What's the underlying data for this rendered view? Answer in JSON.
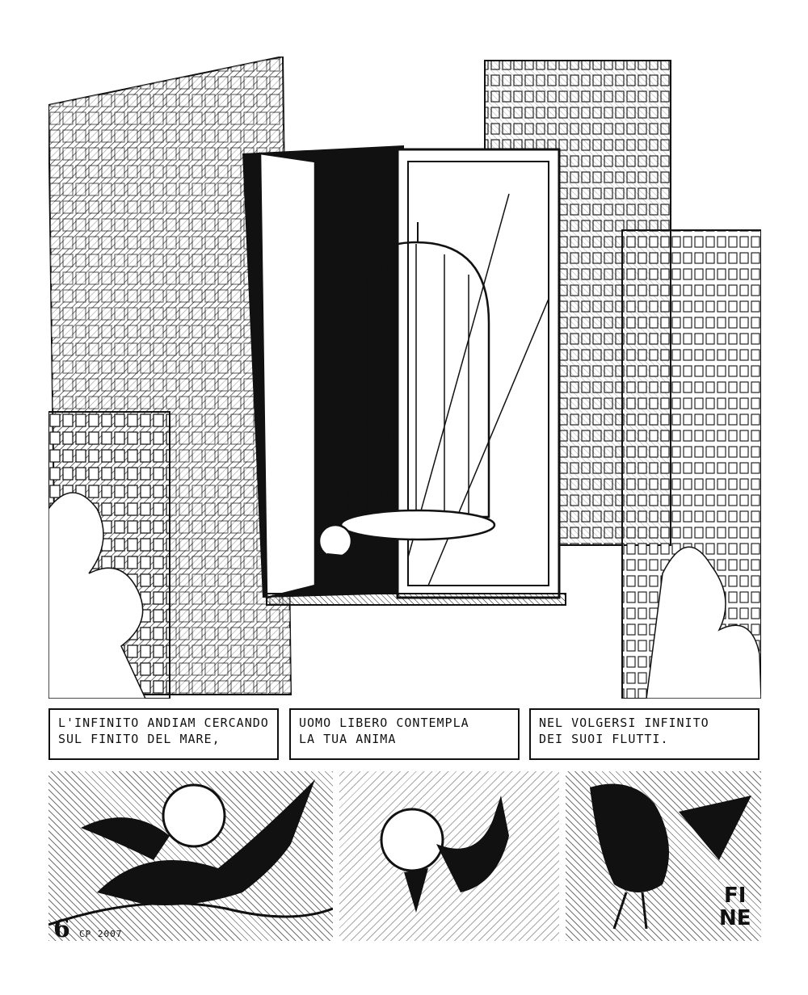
{
  "captions": [
    {
      "line1": "L'INFINITO ANDIAM CERCANDO",
      "line2": "SUL FINITO DEL MARE,"
    },
    {
      "line1": "UOMO LIBERO CONTEMPLA",
      "line2": "LA TUA  ANIMA"
    },
    {
      "line1": "NEL VOLGERSI INFINITO",
      "line2": "DEI  SUOI  FLUTTI."
    }
  ],
  "page_number": "6",
  "signature": "CP 2007",
  "ending": {
    "line1": "FI",
    "line2": "NE"
  },
  "colors": {
    "ink": "#111111",
    "paper": "#ffffff"
  }
}
